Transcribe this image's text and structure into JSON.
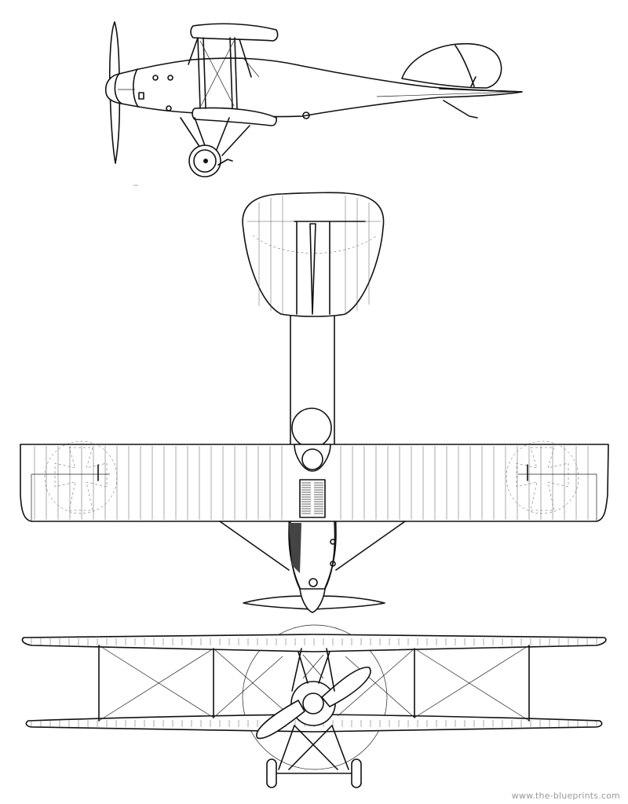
{
  "figure": {
    "subject": "WWI biplane three-view line drawing",
    "views": [
      "side-view",
      "top-view",
      "front-view"
    ]
  },
  "watermark": {
    "text": "www.the-blueprints.com"
  }
}
